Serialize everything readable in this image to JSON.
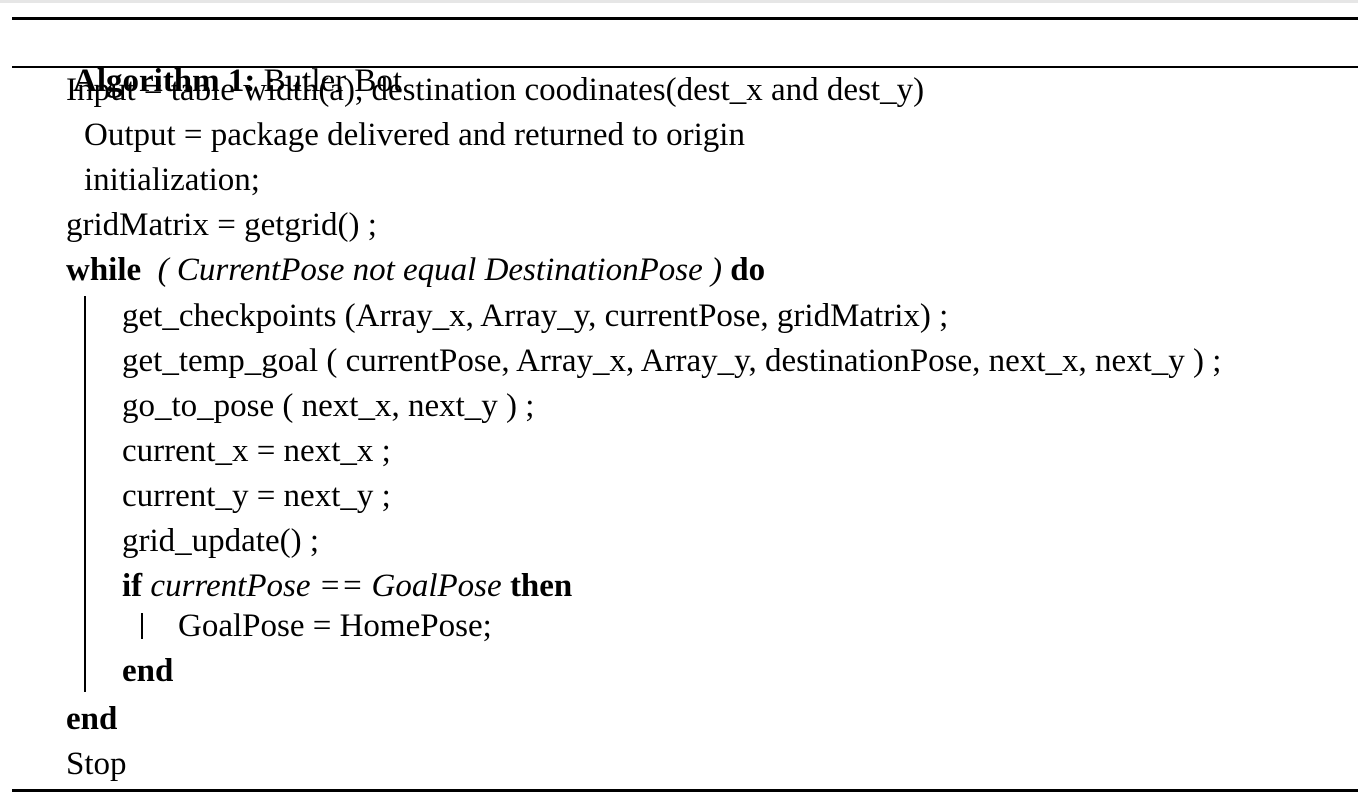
{
  "algorithm": {
    "caption_label": "Algorithm 1:",
    "caption_title": "Butler Bot",
    "input_line": "Input = table width(a), destination coodinates(dest_x and dest_y)",
    "output_line": "Output = package delivered and returned to origin",
    "init_line": "initialization;",
    "grid_line": "gridMatrix = getgrid() ;",
    "while_kw": "while",
    "while_cond": "( CurrentPose not equal DestinationPose )",
    "do_kw": "do",
    "loop_body": [
      "get_checkpoints (Array_x, Array_y, currentPose, gridMatrix) ;",
      "get_temp_goal ( currentPose, Array_x, Array_y, destinationPose, next_x, next_y ) ;",
      "go_to_pose ( next_x, next_y ) ;",
      "current_x = next_x ;",
      "current_y = next_y ;",
      "grid_update() ;"
    ],
    "if_kw": "if",
    "if_cond": "currentPose == GoalPose",
    "then_kw": "then",
    "if_body": "GoalPose = HomePose;",
    "end_if": "end",
    "end_while": "end",
    "stop": "Stop"
  }
}
